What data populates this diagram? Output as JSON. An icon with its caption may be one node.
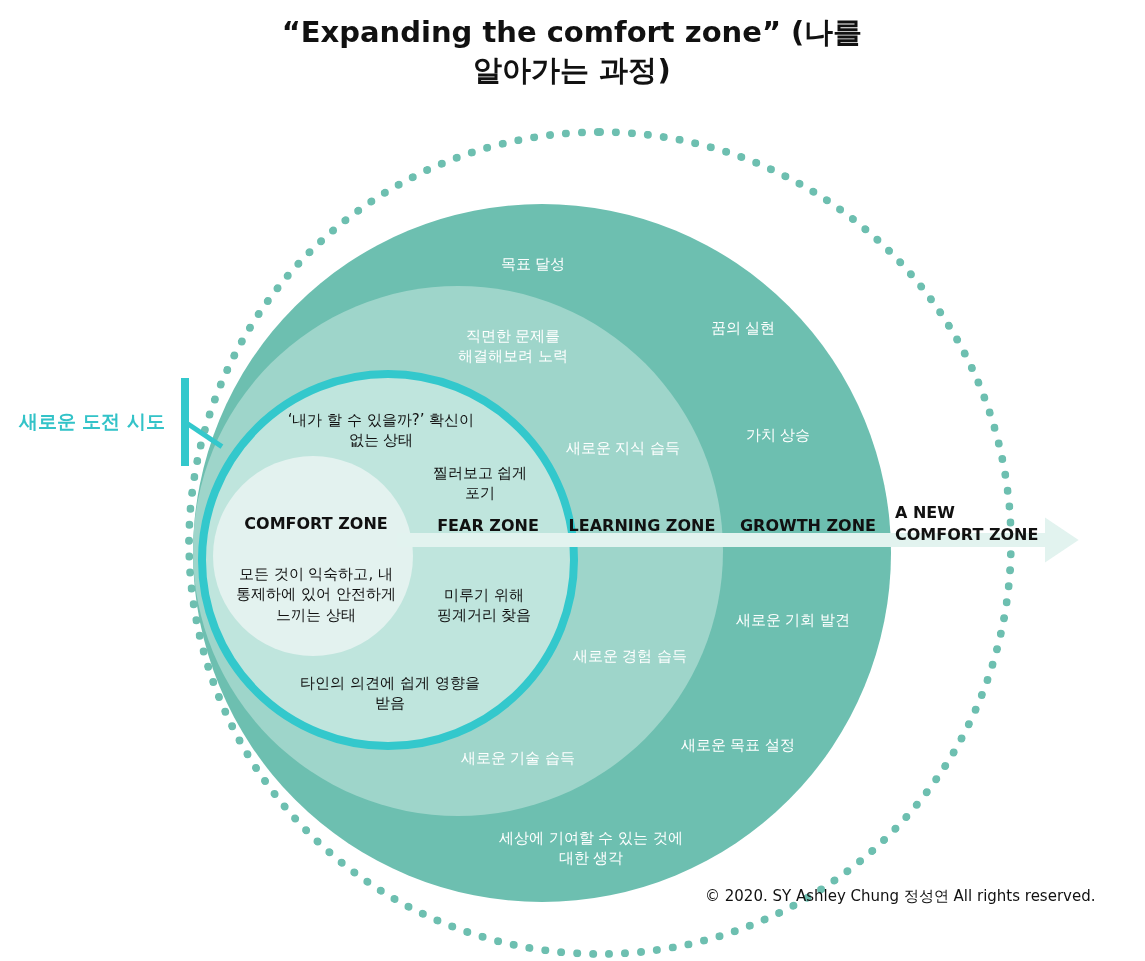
{
  "diagram": {
    "title": "“Expanding the comfort zone” (나를 알아가는 과정)",
    "nodes": [
      {
        "text": [
          "A NEW COMFORT ZONE"
        ]
      },
      {
        "text": [
          "GROWTH ZONE",
          "목표 달성",
          "꿈의 실현",
          "가치 상승",
          "새로운 기회 발견",
          "새로운 목표 설정",
          "세상에 기여할 수 있는 것에 대한 생각"
        ],
        "in": 0
      },
      {
        "text": [
          "LEARNING ZONE",
          "직면한 문제를 해결해보려 노력",
          "새로운 지식 습득",
          "새로운 경험 습득",
          "새로운 기술 습득"
        ],
        "in": 1
      },
      {
        "text": [
          "FEAR ZONE",
          "‘내가 할 수 있을까?’ 확신이 없는 상태",
          "찔러보고 쉽게 포기",
          "미루기 위해 핑계거리 찾음",
          "타인의 의견에 쉽게 영향을 받음"
        ],
        "in": 2
      },
      {
        "text": [
          "COMFORT ZONE",
          "모든 것이 익숙하고, 내 통제하에 있어 안전하게 느끼는 상태"
        ],
        "in": 3
      },
      {
        "text": [
          "새로운 도전 시도"
        ]
      }
    ],
    "edges": [
      {
        "from": 5,
        "to": 3,
        "arrow": "other"
      },
      {
        "from": 4,
        "to": null,
        "arrow": "to",
        "style": "thick",
        "color": "#e2f3ef"
      }
    ],
    "labels": [
      "© 2020. SY Ashley Chung 정성연 All rights reserved."
    ]
  }
}
